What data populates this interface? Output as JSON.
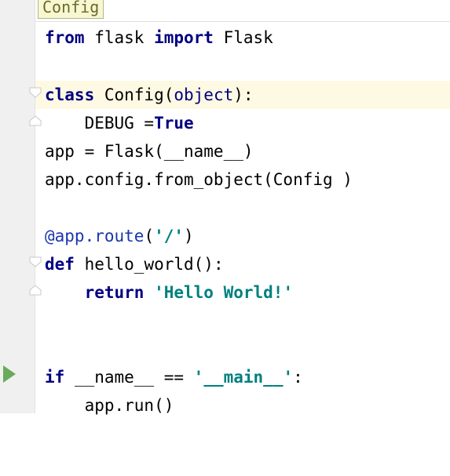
{
  "tooltip": {
    "text": "Config"
  },
  "lines": [
    {
      "id": "l1",
      "tokens": [
        "from",
        " flask ",
        "import",
        " Flask"
      ]
    },
    {
      "id": "l2",
      "tokens": []
    },
    {
      "id": "l3",
      "tokens": [
        "class",
        " Config(",
        "object",
        "):"
      ]
    },
    {
      "id": "l4",
      "tokens": [
        "    DEBUG =",
        "True"
      ]
    },
    {
      "id": "l5",
      "tokens": [
        "app = Flask(__name__)"
      ]
    },
    {
      "id": "l6",
      "tokens": [
        "app.config.from_object(Config )"
      ]
    },
    {
      "id": "l7",
      "tokens": []
    },
    {
      "id": "l8",
      "tokens": [
        "@app.route",
        "(",
        "'/'",
        ")"
      ]
    },
    {
      "id": "l9",
      "tokens": [
        "def",
        " hello_world():"
      ]
    },
    {
      "id": "l10",
      "tokens": [
        "    ",
        "return",
        " ",
        "'Hello World!'"
      ]
    },
    {
      "id": "l11",
      "tokens": []
    },
    {
      "id": "l12",
      "tokens": []
    },
    {
      "id": "l13",
      "tokens": [
        "if",
        " __name__ == ",
        "'__main__'",
        ":"
      ]
    },
    {
      "id": "l14",
      "tokens": [
        "    app.run()"
      ]
    }
  ],
  "colors": {
    "keyword": "#000080",
    "string": "#008080",
    "decorator": "#1a37ad",
    "current_line": "#fdf9e3",
    "run_icon": "#6aaa5a"
  },
  "icons": {
    "run": "run-arrow-icon",
    "fold": "fold-marker-icon"
  }
}
